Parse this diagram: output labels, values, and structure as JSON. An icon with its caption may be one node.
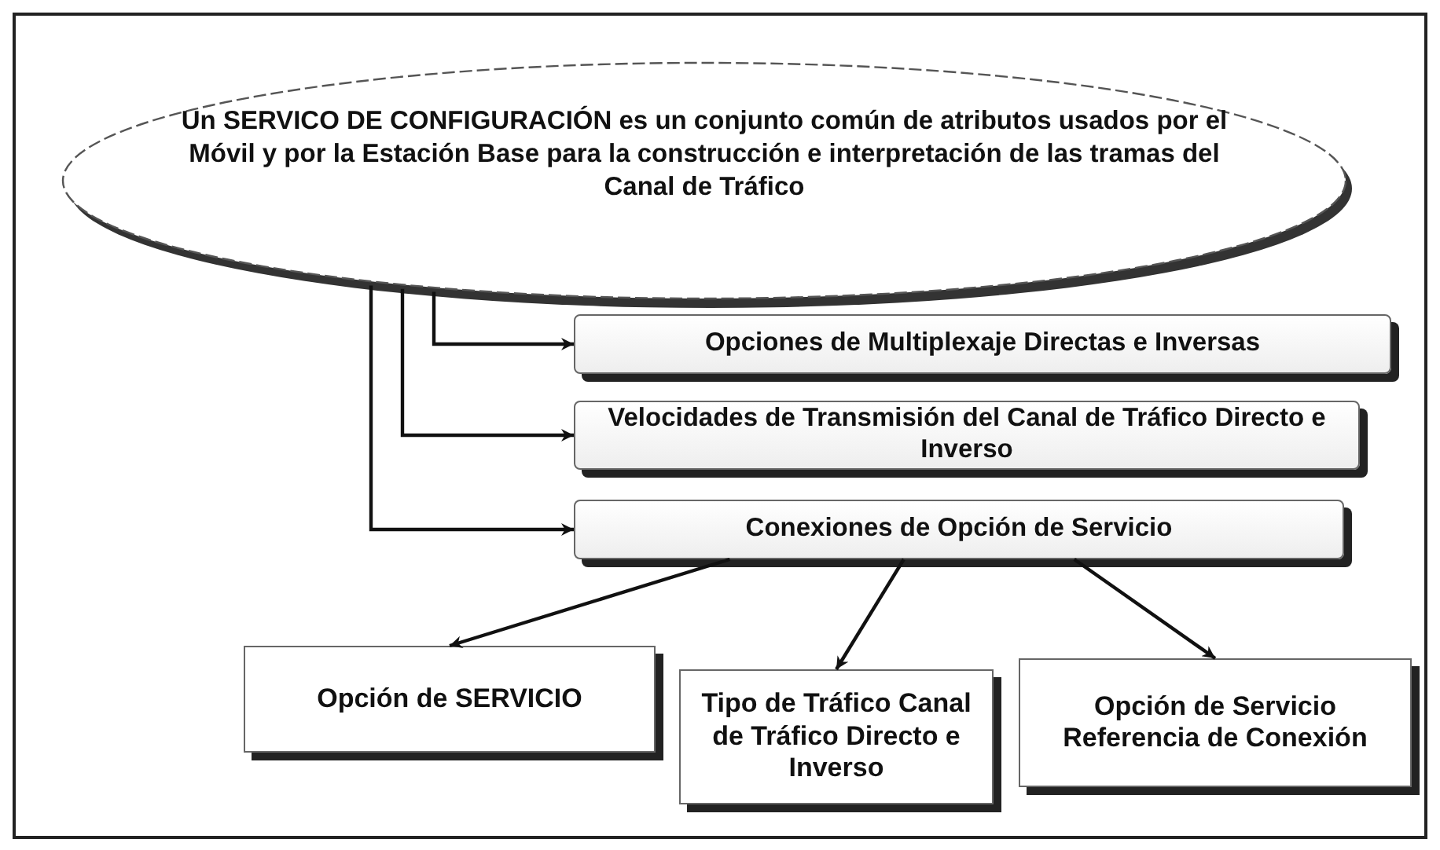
{
  "diagram": {
    "nodes": [
      {
        "text": [
          "Un SERVICO DE CONFIGURACIÓN es un conjunto común de atributos usados por el Móvil y por la Estación Base para la construcción e interpretación de las tramas del Canal de Tráfico"
        ]
      },
      {
        "text": [
          "Opciones de Multiplexaje Directas e Inversas"
        ]
      },
      {
        "text": [
          "Velocidades de Transmisión del Canal de Tráfico Directo e Inverso"
        ]
      },
      {
        "text": [
          "Conexiones de Opción de Servicio"
        ]
      },
      {
        "text": [
          "Opción de SERVICIO"
        ]
      },
      {
        "text": [
          "Tipo de Tráfico Canal de Tráfico Directo e Inverso"
        ]
      },
      {
        "text": [
          "Opción de Servicio Referencia de Conexión"
        ]
      }
    ],
    "edges": [
      {
        "from": 0,
        "to": 1,
        "arrow": "to"
      },
      {
        "from": 0,
        "to": 2,
        "arrow": "to"
      },
      {
        "from": 0,
        "to": 3,
        "arrow": "to"
      },
      {
        "from": 3,
        "to": 4,
        "arrow": "to"
      },
      {
        "from": 3,
        "to": 5,
        "arrow": "to"
      },
      {
        "from": 3,
        "to": 6,
        "arrow": "to"
      }
    ]
  }
}
